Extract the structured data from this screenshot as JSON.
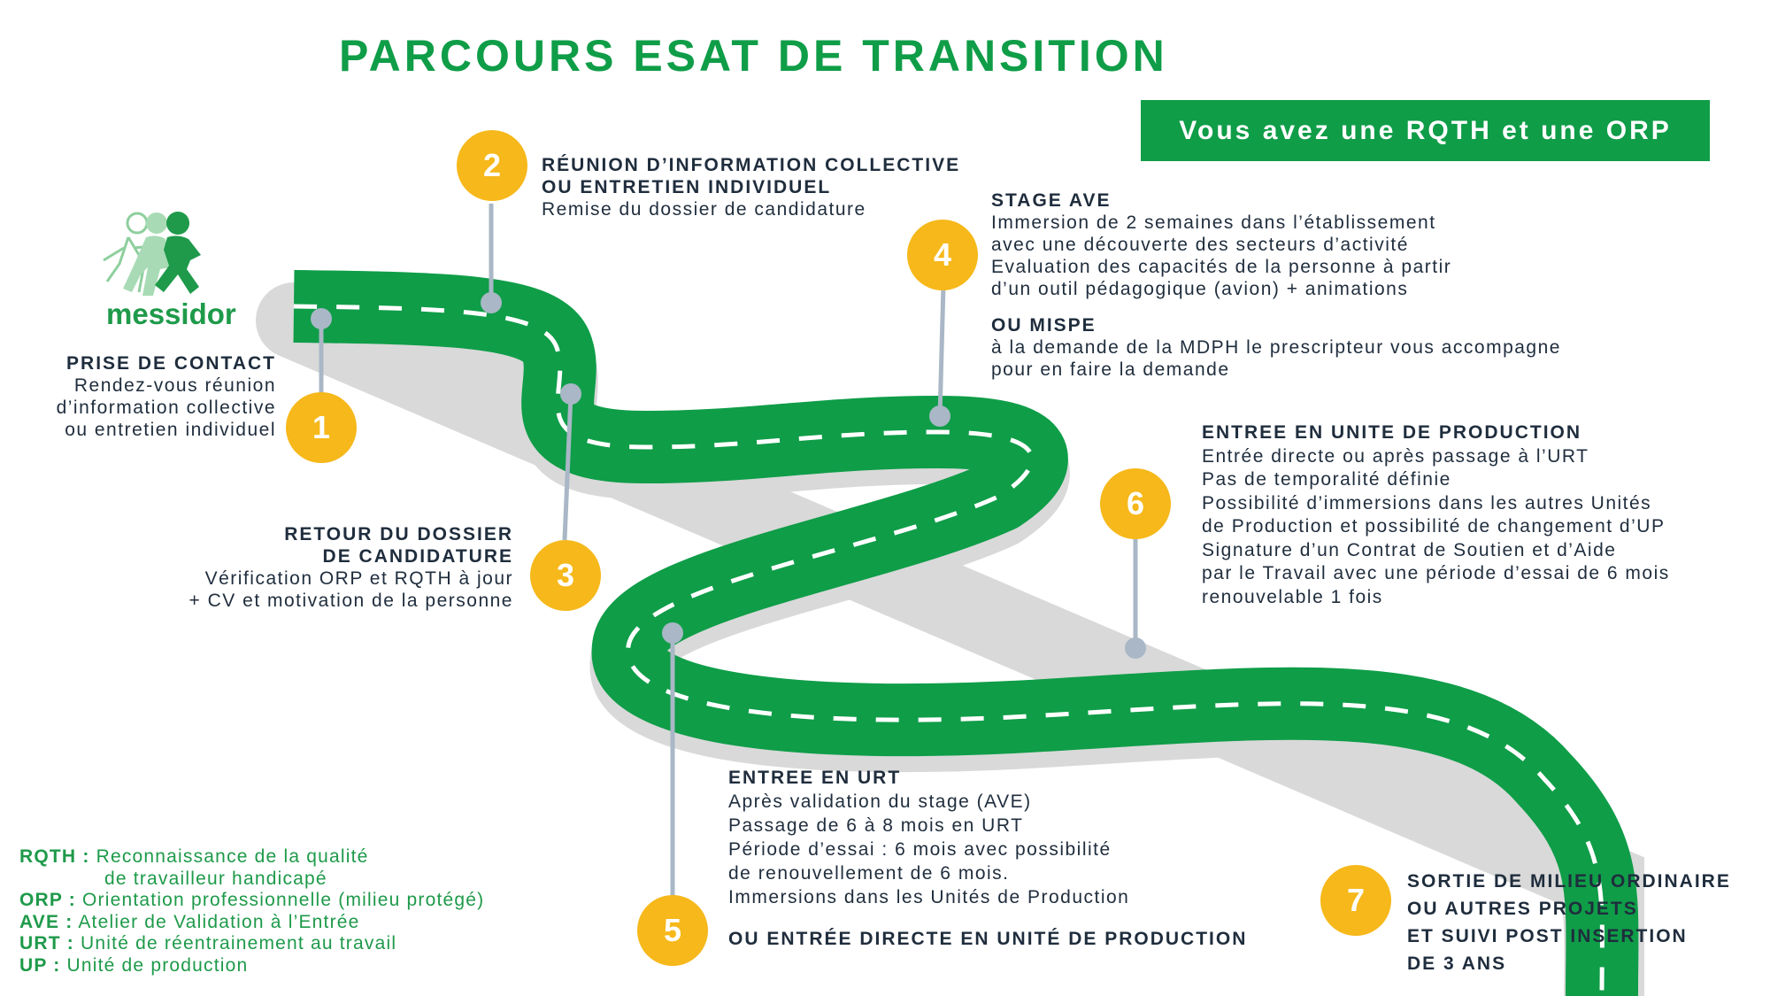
{
  "title": "PARCOURS ESAT DE TRANSITION",
  "banner": "Vous avez une RQTH et une ORP",
  "logo": {
    "text": "messidor",
    "icon": "people-walking-icon"
  },
  "colors": {
    "green": "#0f9d48",
    "yellow": "#f6b81a",
    "navy": "#1f2d3d",
    "road_edge": "#d9d9d9",
    "connector": "#a9b7c6"
  },
  "steps": [
    {
      "number": "1",
      "heading": "PRISE DE CONTACT",
      "lines": [
        "Rendez-vous réunion",
        "d’information collective",
        "ou entretien individuel"
      ]
    },
    {
      "number": "2",
      "heading_lines": [
        "RÉUNION D’INFORMATION COLLECTIVE",
        "OU ENTRETIEN INDIVIDUEL"
      ],
      "lines": [
        "Remise du dossier de candidature"
      ]
    },
    {
      "number": "3",
      "heading_lines": [
        "RETOUR DU DOSSIER",
        "DE CANDIDATURE"
      ],
      "lines": [
        "Vérification ORP et RQTH à jour",
        "+ CV et motivation de la personne"
      ]
    },
    {
      "number": "4",
      "heading": "STAGE AVE",
      "lines": [
        "Immersion de 2 semaines dans l’établissement",
        "avec une découverte des secteurs d’activité",
        "Evaluation des capacités de la personne à partir",
        "d’un outil pédagogique (avion) + animations"
      ],
      "alt_heading": "OU MISPE",
      "alt_lines": [
        "à la demande de la MDPH le prescripteur vous accompagne",
        "pour en faire la demande"
      ]
    },
    {
      "number": "5",
      "heading": "ENTREE EN URT",
      "lines": [
        "Après validation du stage (AVE)",
        "Passage de 6 à 8 mois en URT",
        "Période d’essai : 6 mois avec possibilité",
        "de renouvellement de 6 mois.",
        "Immersions dans les Unités de Production"
      ],
      "alt_heading": "OU ENTRÉE DIRECTE EN UNITÉ DE PRODUCTION"
    },
    {
      "number": "6",
      "heading": "ENTREE EN UNITE DE PRODUCTION",
      "lines": [
        "Entrée directe ou après passage à l’URT",
        "Pas de temporalité définie",
        "Possibilité d’immersions dans les autres Unités",
        "de Production et possibilité de changement d’UP",
        "Signature d’un Contrat de Soutien et d’Aide",
        "par le Travail avec une période d’essai de 6 mois",
        "renouvelable 1 fois"
      ]
    },
    {
      "number": "7",
      "heading_lines": [
        "SORTIE DE MILIEU ORDINAIRE",
        "OU AUTRES PROJETS",
        "ET SUIVI POST INSERTION",
        "DE 3 ANS"
      ]
    }
  ],
  "legend": [
    {
      "abbr": "RQTH :",
      "text": "Reconnaissance  de la qualité",
      "cont": "de travailleur handicapé"
    },
    {
      "abbr": "ORP :",
      "text": "Orientation professionnelle (milieu protégé)"
    },
    {
      "abbr": "AVE :",
      "text": "Atelier de Validation à l’Entrée"
    },
    {
      "abbr": "URT :",
      "text": "Unité de réentrainement au travail"
    },
    {
      "abbr": "UP :",
      "text": "Unité de production"
    }
  ]
}
